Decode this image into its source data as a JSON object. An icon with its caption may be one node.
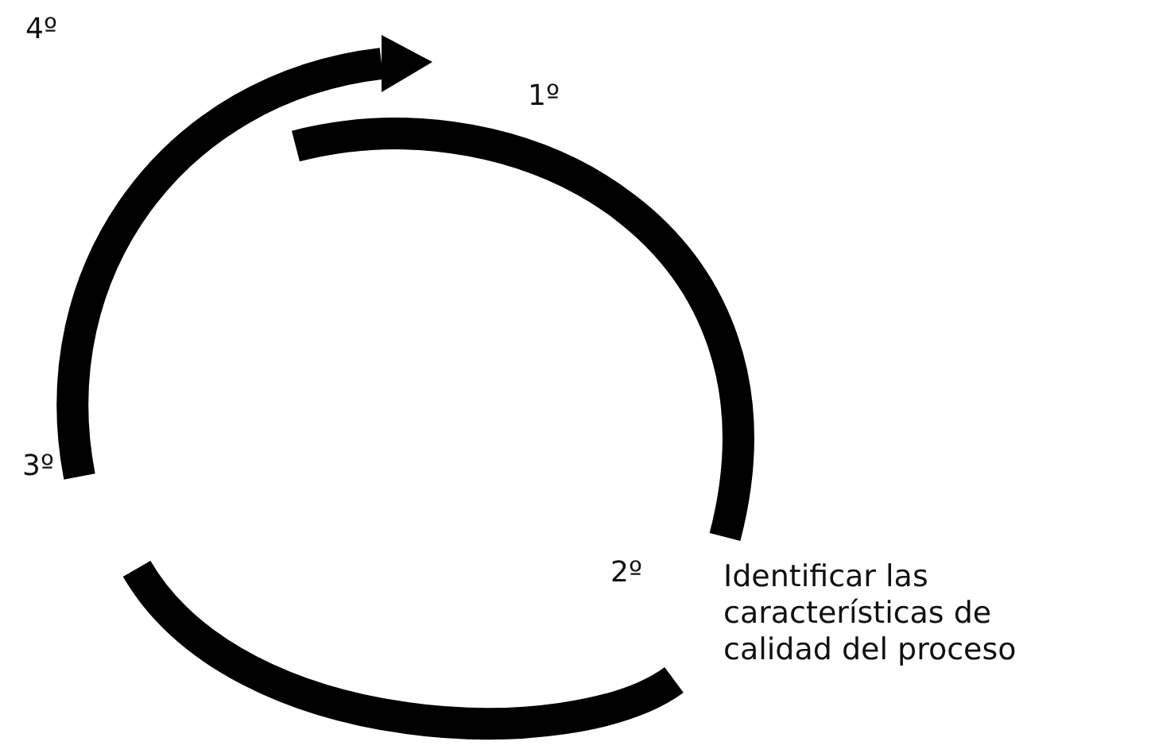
{
  "diagram": {
    "labels": [
      "4º",
      "1º",
      "3º",
      "2º",
      "Identificar las características de calidad del proceso"
    ]
  }
}
